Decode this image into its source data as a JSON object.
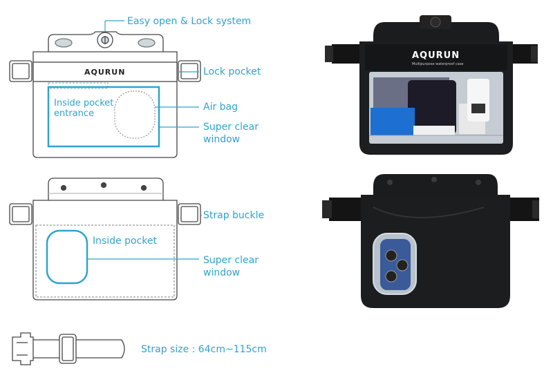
{
  "brand": {
    "name": "AQURUN",
    "tagline": "Multipurpose waterproof case"
  },
  "labels": {
    "easy_open": "Easy open & Lock system",
    "lock_pocket": "Lock pocket",
    "inside_pocket_entrance": [
      "Inside pocket",
      "entrance"
    ],
    "air_bag": "Air bag",
    "super_clear_window_top": [
      "Super clear",
      "window"
    ],
    "strap_buckle": "Strap buckle",
    "inside_pocket": "Inside pocket",
    "super_clear_window_bottom": [
      "Super clear",
      "window"
    ],
    "strap_size": "Strap size : 64cm~115cm"
  },
  "colors": {
    "accent": "#2fa3cc",
    "outline": "#3a3a3a",
    "bag": "#1b1c1e"
  }
}
